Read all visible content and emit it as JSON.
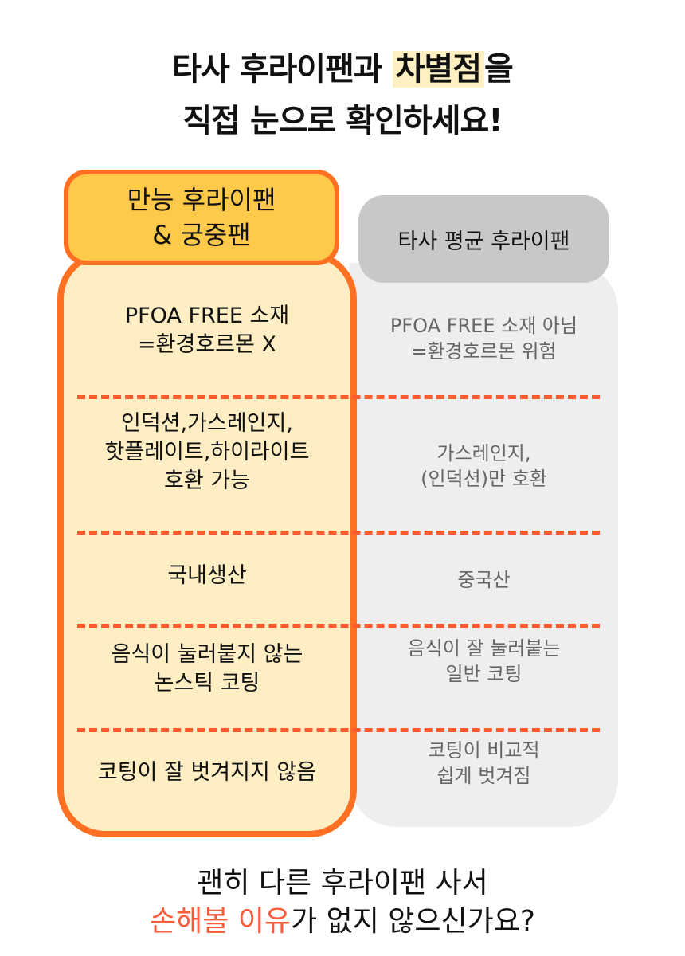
{
  "title": {
    "line1_pre": "타사 후라이팬과 ",
    "line1_highlight": "차별점",
    "line1_post": "을",
    "line2": "직접 눈으로 확인하세요!"
  },
  "left_header": {
    "line1": "만능 후라이팬",
    "line2": "& 궁중팬"
  },
  "right_header": "타사 평균 후라이팬",
  "rows": [
    {
      "ours": "PFOA FREE 소재\n=환경호르몬 X",
      "others": "PFOA FREE 소재 아님\n=환경호르몬 위험"
    },
    {
      "ours": "인덕션,가스레인지,\n핫플레이트,하이라이트\n호환 가능",
      "others": "가스레인지,\n(인덕션)만 호환"
    },
    {
      "ours": "국내생산",
      "others": "중국산"
    },
    {
      "ours": "음식이 눌러붙지 않는\n논스틱 코팅",
      "others": "음식이 잘 눌러붙는\n일반 코팅"
    },
    {
      "ours": "코팅이 잘 벗겨지지 않음",
      "others": "코팅이 비교적\n쉽게 벗겨짐"
    }
  ],
  "bottom": {
    "line1": "괜히 다른 후라이팬 사서",
    "line2_highlight": "손해볼 이유",
    "line2_post": "가 없지 않으신가요?"
  },
  "colors": {
    "accent": "#FF7022",
    "highlight_red": "#FF5A3A",
    "header_yellow": "#FFC94A",
    "card_yellow": "#FFEEC4",
    "gray_header": "#C8C8C8",
    "gray_card": "#EEEEEE"
  }
}
